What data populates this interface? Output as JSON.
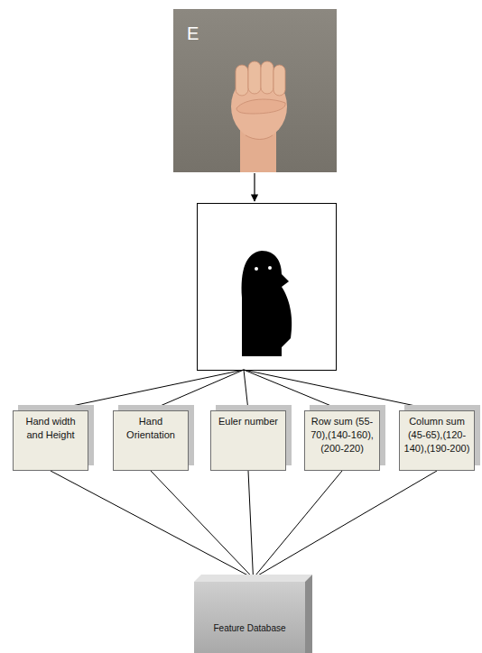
{
  "diagram": {
    "nodes": [
      {
        "text": [
          "Hand width and Height"
        ]
      },
      {
        "text": [
          "Hand Orientation"
        ]
      },
      {
        "text": [
          "Euler number"
        ]
      },
      {
        "text": [
          "Row sum (55-70),(140-160),(200-220)"
        ]
      },
      {
        "text": [
          "Column sum (45-65),(120-140),(190-200)"
        ]
      },
      {
        "text": [
          "Feature Database"
        ]
      }
    ],
    "edges": [
      {
        "from": 0,
        "to": 5,
        "arrow": "none"
      },
      {
        "from": 1,
        "to": 5,
        "arrow": "none"
      },
      {
        "from": 2,
        "to": 5,
        "arrow": "none"
      },
      {
        "from": 3,
        "to": 5,
        "arrow": "none"
      },
      {
        "from": 4,
        "to": 5,
        "arrow": "none"
      }
    ],
    "labels": [
      "E"
    ]
  }
}
